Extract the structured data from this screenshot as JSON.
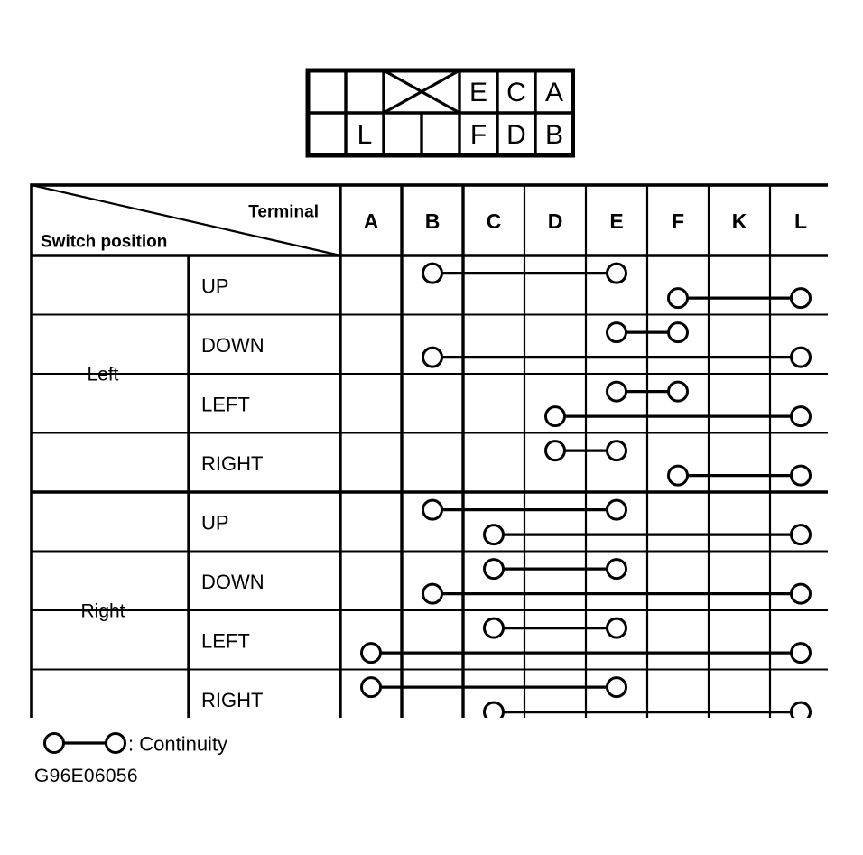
{
  "connector": {
    "name": "connector-pinout",
    "columns": 7,
    "rows": 2,
    "crossed_cell": {
      "row": 0,
      "col_start": 2,
      "col_span": 2,
      "marker": "x-cross"
    },
    "top_row": [
      "",
      "",
      "",
      "",
      "E",
      "C",
      "A"
    ],
    "bottom_row": [
      "",
      "L",
      "",
      "",
      "F",
      "D",
      "B"
    ]
  },
  "table": {
    "corner": {
      "terminal_label": "Terminal",
      "switch_position_label": "Switch position"
    },
    "terminals": [
      "A",
      "B",
      "C",
      "D",
      "E",
      "F",
      "K",
      "L"
    ],
    "groups": [
      {
        "name": "Left",
        "rows": [
          {
            "position": "UP",
            "connections": [
              {
                "from": "B",
                "to": "E",
                "tier": "upper"
              },
              {
                "from": "F",
                "to": "L",
                "tier": "lower"
              }
            ]
          },
          {
            "position": "DOWN",
            "connections": [
              {
                "from": "E",
                "to": "F",
                "tier": "upper"
              },
              {
                "from": "B",
                "to": "L",
                "tier": "lower"
              }
            ]
          },
          {
            "position": "LEFT",
            "connections": [
              {
                "from": "E",
                "to": "F",
                "tier": "upper"
              },
              {
                "from": "D",
                "to": "L",
                "tier": "lower"
              }
            ]
          },
          {
            "position": "RIGHT",
            "connections": [
              {
                "from": "D",
                "to": "E",
                "tier": "upper"
              },
              {
                "from": "F",
                "to": "L",
                "tier": "lower"
              }
            ]
          }
        ]
      },
      {
        "name": "Right",
        "rows": [
          {
            "position": "UP",
            "connections": [
              {
                "from": "B",
                "to": "E",
                "tier": "upper"
              },
              {
                "from": "C",
                "to": "L",
                "tier": "lower"
              }
            ]
          },
          {
            "position": "DOWN",
            "connections": [
              {
                "from": "C",
                "to": "E",
                "tier": "upper"
              },
              {
                "from": "B",
                "to": "L",
                "tier": "lower"
              }
            ]
          },
          {
            "position": "LEFT",
            "connections": [
              {
                "from": "C",
                "to": "E",
                "tier": "upper"
              },
              {
                "from": "A",
                "to": "L",
                "tier": "lower"
              }
            ]
          },
          {
            "position": "RIGHT",
            "connections": [
              {
                "from": "A",
                "to": "E",
                "tier": "upper"
              },
              {
                "from": "C",
                "to": "L",
                "tier": "lower"
              }
            ]
          }
        ]
      }
    ]
  },
  "legend": {
    "symbol": "circle-line-circle",
    "text": ": Continuity"
  },
  "figure_id": "G96E06056",
  "colors": {
    "ink": "#000000",
    "paper": "#ffffff"
  }
}
